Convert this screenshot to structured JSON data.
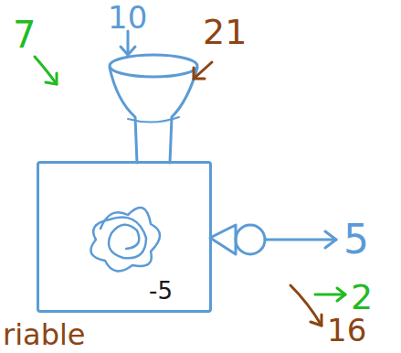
{
  "diagram": {
    "nodes": [
      {
        "text": [
          "-5"
        ]
      }
    ],
    "labels": [
      "7",
      "10",
      "21",
      "5",
      "2",
      "16",
      "riable"
    ]
  }
}
